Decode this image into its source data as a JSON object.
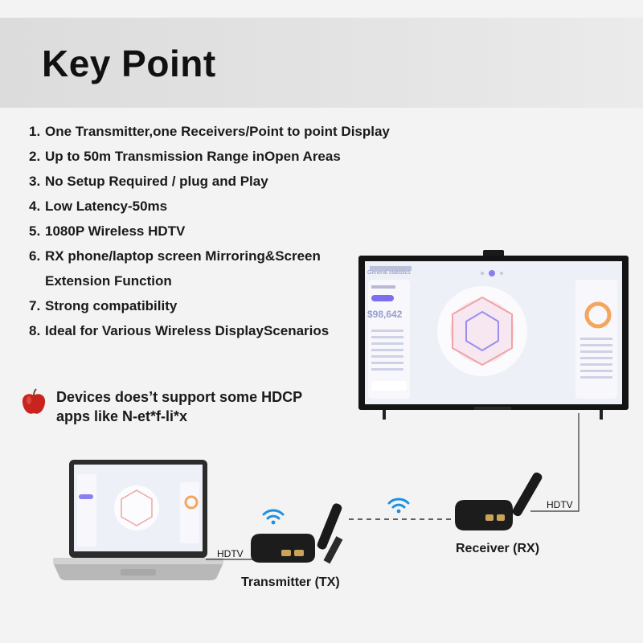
{
  "title": "Key Point",
  "points": [
    {
      "num": "1.",
      "text": "One Transmitter,one Receivers/Point to point Display"
    },
    {
      "num": "2.",
      "text": "Up to 50m Transmission Range inOpen Areas"
    },
    {
      "num": "3.",
      "text": "No Setup Required / plug and Play"
    },
    {
      "num": "4.",
      "text": "Low Latency-50ms"
    },
    {
      "num": "5.",
      "text": "1080P Wireless HDTV"
    },
    {
      "num": "6.",
      "text": "RX phone/laptop screen Mirroring&Screen"
    },
    {
      "num": "",
      "text": "Extension Function"
    },
    {
      "num": "7.",
      "text": "Strong compatibility"
    },
    {
      "num": "8.",
      "text": "Ideal for Various Wireless DisplayScenarios"
    }
  ],
  "note": {
    "line1": "Devices does’t support some HDCP",
    "line2": "apps like N-et*f-li*x",
    "icon": "apple-icon"
  },
  "diagram": {
    "tv_cable_label": "HDTV",
    "laptop_cable_label": "HDTV",
    "transmitter_label": "Transmitter (TX)",
    "receiver_label": "Receiver (RX)",
    "screen": {
      "heading": "General statistics",
      "value": "$98,642"
    },
    "colors": {
      "device": "#1c1c1c",
      "wifi": "#1e90e0",
      "accent": "#6f63e8"
    }
  }
}
